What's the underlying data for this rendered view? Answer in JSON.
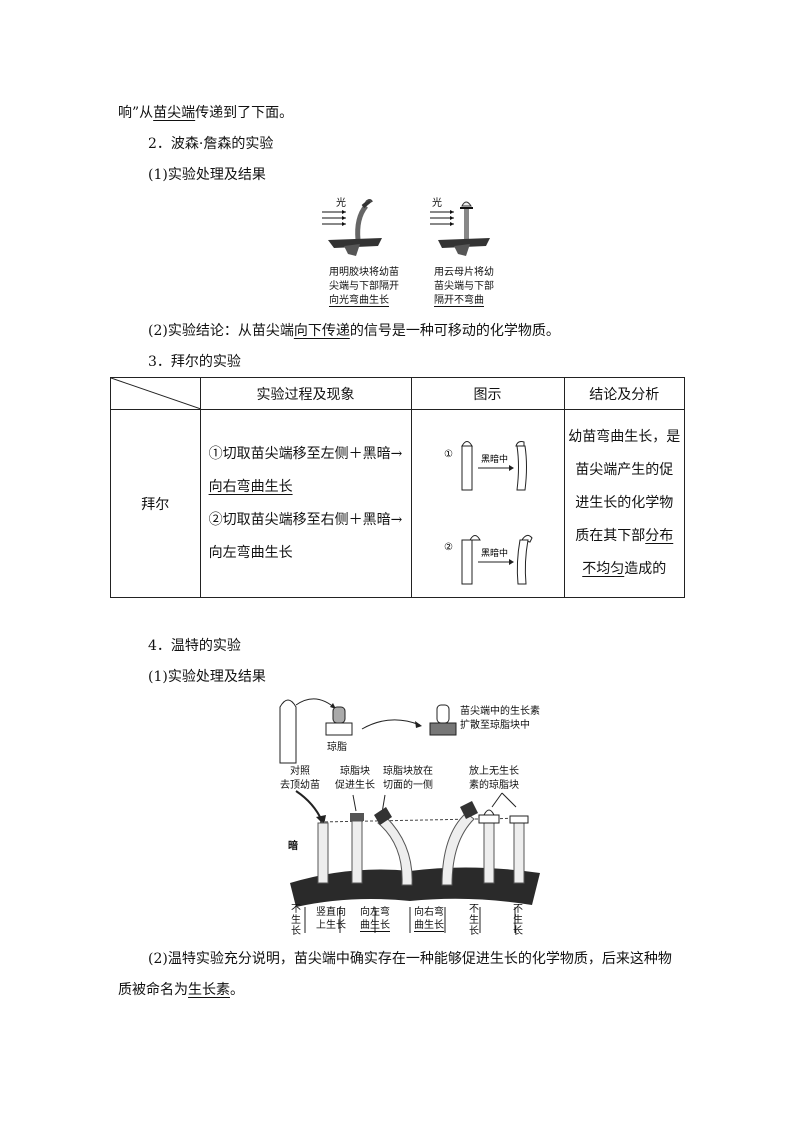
{
  "p1": {
    "pre": "响”从",
    "u": "苗尖端",
    "post": "传递到了下面。"
  },
  "boysen": {
    "heading": "2．波森·詹森的实验",
    "sub1": "(1)实验处理及结果",
    "light": "光",
    "cap_left": [
      "用明胶块将幼苗",
      "尖端与下部隔开",
      "向光弯曲生长"
    ],
    "cap_right": [
      "用云母片将幼",
      "苗尖端与下部",
      "隔开不弯曲"
    ],
    "concl_pre": "(2)实验结论：从苗尖端",
    "concl_u": "向下传递",
    "concl_post": "的信号是一种可移动的化学物质。"
  },
  "paal": {
    "heading": "3．拜尔的实验",
    "col_process": "实验过程及现象",
    "col_figure": "图示",
    "col_conclusion": "结论及分析",
    "row_label": "拜尔",
    "step1": "①切取苗尖端移至左侧＋黑暗→",
    "step1_u": "向右弯曲生长",
    "step2": "②切取苗尖端移至右侧＋黑暗→",
    "step2_b": "向左弯曲生长",
    "fig_n1": "①",
    "fig_n2": "②",
    "fig_dark": "黑暗中",
    "c1": "幼苗弯曲生长，是",
    "c2": "苗尖端产生的促",
    "c3": "进生长的化学物",
    "c4_pre": "质在其下部",
    "c4_u": "分布",
    "c5_u": "不均匀",
    "c5_post": "造成的"
  },
  "went": {
    "heading": "4．温特的实验",
    "sub1": "(1)实验处理及结果",
    "agar": "琼脂",
    "diffuse": [
      "苗尖端中的生长素",
      "扩散至琼脂块中"
    ],
    "lab_a": [
      "对照",
      "去顶幼苗"
    ],
    "lab_b": [
      "琼脂块",
      "促进生长"
    ],
    "lab_c": [
      "琼脂块放在",
      "切面的一侧"
    ],
    "lab_d": [
      "放上无生长",
      "素的琼脂块"
    ],
    "dark": "暗",
    "r1": "不生长",
    "r2": [
      "竖直向",
      "上生长"
    ],
    "r3": [
      "向左弯",
      "曲生长"
    ],
    "r4": [
      "向右弯",
      "曲生长"
    ],
    "r5": "不生长",
    "r6": "不生长",
    "concl_1": "(2)温特实验充分说明，苗尖端中确实存在一种能够促进生长的化学物质，后来这种物",
    "concl_2_pre": "质被命名为",
    "concl_2_u": "生长素",
    "concl_2_post": "。"
  }
}
